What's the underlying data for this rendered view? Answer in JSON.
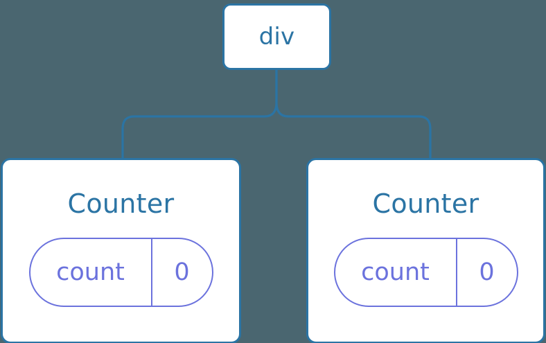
{
  "diagram": {
    "background_color": "#4a6670",
    "node_border_color": "#2b74a4",
    "node_text_color": "#2b74a4",
    "state_color": "#6b72dd",
    "connector_color": "#2b74a4",
    "root": {
      "label": "div"
    },
    "children": [
      {
        "title": "Counter",
        "state": {
          "key": "count",
          "value": "0"
        }
      },
      {
        "title": "Counter",
        "state": {
          "key": "count",
          "value": "0"
        }
      }
    ]
  }
}
